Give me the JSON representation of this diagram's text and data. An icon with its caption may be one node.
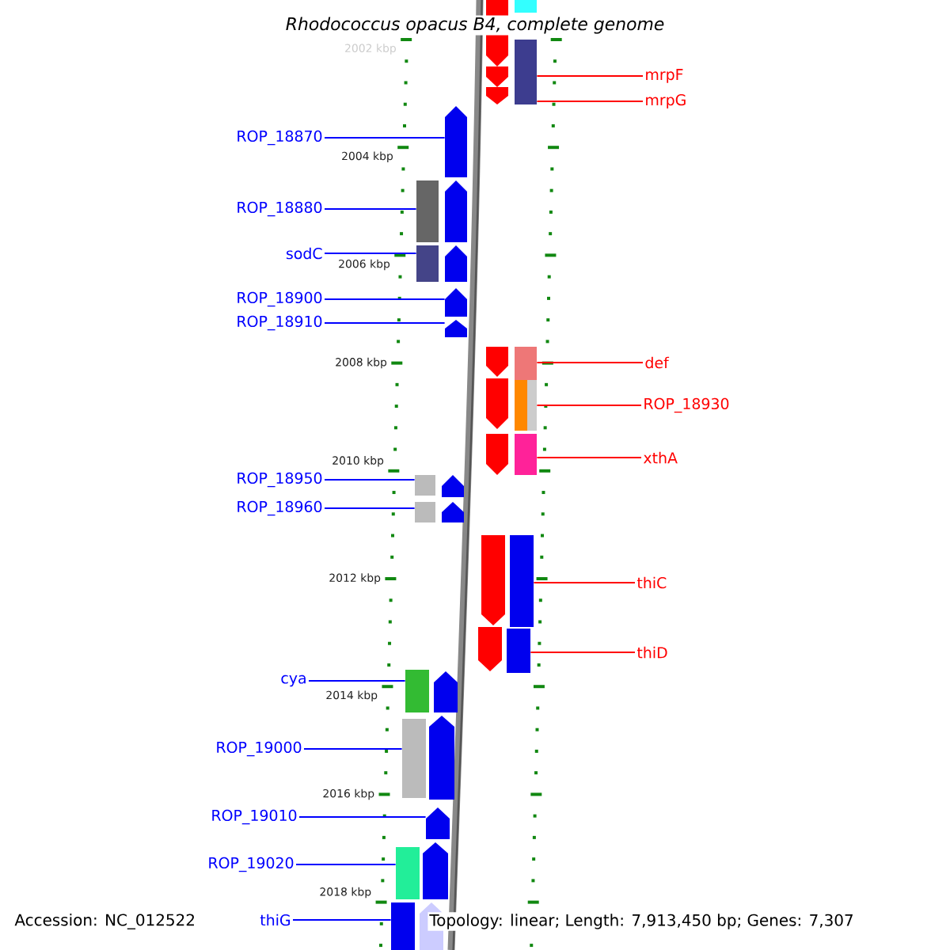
{
  "diagram": {
    "title": "Rhodococcus opacus B4, complete genome",
    "nodes": [
      {
        "text": [
          "mrpF"
        ]
      },
      {
        "text": [
          "mrpG"
        ]
      },
      {
        "text": [
          "ROP_18870"
        ]
      },
      {
        "text": [
          "ROP_18880"
        ]
      },
      {
        "text": [
          "sodC"
        ]
      },
      {
        "text": [
          "ROP_18900"
        ]
      },
      {
        "text": [
          "ROP_18910"
        ]
      },
      {
        "text": [
          "def"
        ]
      },
      {
        "text": [
          "ROP_18930"
        ]
      },
      {
        "text": [
          "xthA"
        ]
      },
      {
        "text": [
          "ROP_18950"
        ]
      },
      {
        "text": [
          "ROP_18960"
        ]
      },
      {
        "text": [
          "thiC"
        ]
      },
      {
        "text": [
          "thiD"
        ]
      },
      {
        "text": [
          "cya"
        ]
      },
      {
        "text": [
          "ROP_19000"
        ]
      },
      {
        "text": [
          "ROP_19010"
        ]
      },
      {
        "text": [
          "ROP_19020"
        ]
      },
      {
        "text": [
          "thiG"
        ]
      },
      {
        "text": [],
        "shape": "box"
      },
      {
        "text": [],
        "shape": "box"
      },
      {
        "text": [],
        "shape": "pentagon"
      },
      {
        "text": [],
        "shape": "box"
      },
      {
        "text": [],
        "shape": "box"
      },
      {
        "text": [],
        "shape": "pentagon"
      },
      {
        "text": [],
        "shape": "pentagon"
      },
      {
        "text": [],
        "shape": "box"
      },
      {
        "text": [],
        "shape": "box"
      },
      {
        "text": [],
        "shape": "box"
      },
      {
        "text": [],
        "shape": "box"
      },
      {
        "text": [],
        "shape": "box"
      },
      {
        "text": [],
        "shape": "box"
      },
      {
        "text": [],
        "shape": "box"
      },
      {
        "text": [],
        "shape": "box"
      },
      {
        "text": [],
        "shape": "box"
      },
      {
        "text": [],
        "shape": "pentagon"
      },
      {
        "text": [],
        "shape": "box"
      },
      {
        "text": [],
        "shape": "box"
      },
      {
        "text": [],
        "shape": "pentagon"
      },
      {
        "text": [],
        "shape": "box"
      },
      {
        "text": [],
        "shape": "box"
      },
      {
        "text": [],
        "shape": "pentagon"
      },
      {
        "text": [],
        "shape": "pentagon"
      },
      {
        "text": [],
        "shape": "pentagon"
      },
      {
        "text": [],
        "shape": "pentagon"
      },
      {
        "text": [],
        "shape": "pentagon"
      },
      {
        "text": [],
        "shape": "pentagon"
      },
      {
        "text": [],
        "shape": "box"
      },
      {
        "text": [],
        "shape": "pentagon"
      },
      {
        "text": [],
        "shape": "pentagon"
      },
      {
        "text": [],
        "shape": "pentagon"
      },
      {
        "text": [],
        "shape": "pentagon"
      },
      {
        "text": [],
        "shape": "pentagon"
      },
      {
        "text": [],
        "shape": "pentagon"
      },
      {
        "text": [],
        "shape": "pentagon"
      },
      {
        "text": [],
        "shape": "pentagon"
      },
      {
        "text": [],
        "shape": "pentagon"
      }
    ],
    "edges": [
      {
        "from": 0,
        "to": 19,
        "arrow": "none",
        "color": "#ff0000"
      },
      {
        "from": 1,
        "to": 20,
        "arrow": "none",
        "color": "#ff0000"
      },
      {
        "from": 2,
        "to": 21,
        "arrow": "none"
      },
      {
        "from": 3,
        "to": 22,
        "arrow": "none"
      },
      {
        "from": 4,
        "to": 23,
        "arrow": "none"
      },
      {
        "from": 5,
        "to": 24,
        "arrow": "none"
      },
      {
        "from": 6,
        "to": 25,
        "arrow": "none"
      },
      {
        "from": 7,
        "to": 26,
        "arrow": "none",
        "color": "#ff0000"
      },
      {
        "from": 8,
        "to": 27,
        "arrow": "none",
        "color": "#ff0000"
      },
      {
        "from": 9,
        "to": 28,
        "arrow": "none",
        "color": "#ff0000"
      },
      {
        "from": 10,
        "to": 29,
        "arrow": "none"
      },
      {
        "from": 11,
        "to": 30,
        "arrow": "none"
      },
      {
        "from": 12,
        "to": 31,
        "arrow": "none",
        "color": "#ff0000"
      },
      {
        "from": 13,
        "to": 32,
        "arrow": "none",
        "color": "#ff0000"
      },
      {
        "from": 14,
        "to": 33,
        "arrow": "none"
      },
      {
        "from": 15,
        "to": 34,
        "arrow": "none"
      },
      {
        "from": 16,
        "to": 35,
        "arrow": "none"
      },
      {
        "from": 17,
        "to": 36,
        "arrow": "none"
      },
      {
        "from": 18,
        "to": 37,
        "arrow": "none"
      }
    ],
    "labels": [
      "2002 kbp",
      "2004 kbp",
      "2006 kbp",
      "2008 kbp",
      "2010 kbp",
      "2012 kbp",
      "2014 kbp",
      "2016 kbp",
      "2018 kbp",
      "Accession: NC_012522",
      "Topology: linear; Length: 7,913,450 bp; Genes: 7,307"
    ]
  }
}
